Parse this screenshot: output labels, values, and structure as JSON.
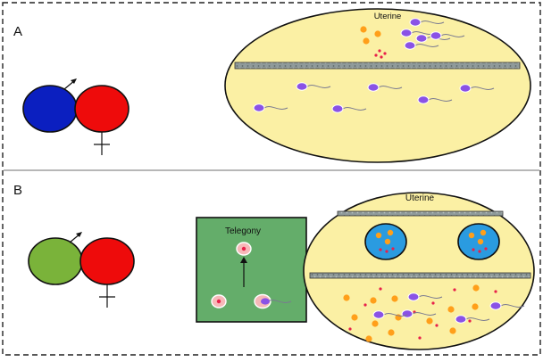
{
  "panels": {
    "a": {
      "label": "A",
      "uterus_label": "Uterine"
    },
    "b": {
      "label": "B",
      "uterus_label": "Uterine",
      "inset_label": "Telegony"
    }
  },
  "colors": {
    "male_a": "#0b1fc0",
    "male_b": "#7ab33a",
    "female": "#ee0b0b",
    "uterus_fill": "#fbf0a4",
    "inset_fill": "#64ad6a",
    "embryo_fill": "#2a9be0",
    "sperm_head": "#8a52e6",
    "orange_cell": "#ff9f1a",
    "red_dot": "#e8204a"
  },
  "symbols": {
    "male": "male-symbol-icon",
    "female": "female-symbol-icon"
  }
}
